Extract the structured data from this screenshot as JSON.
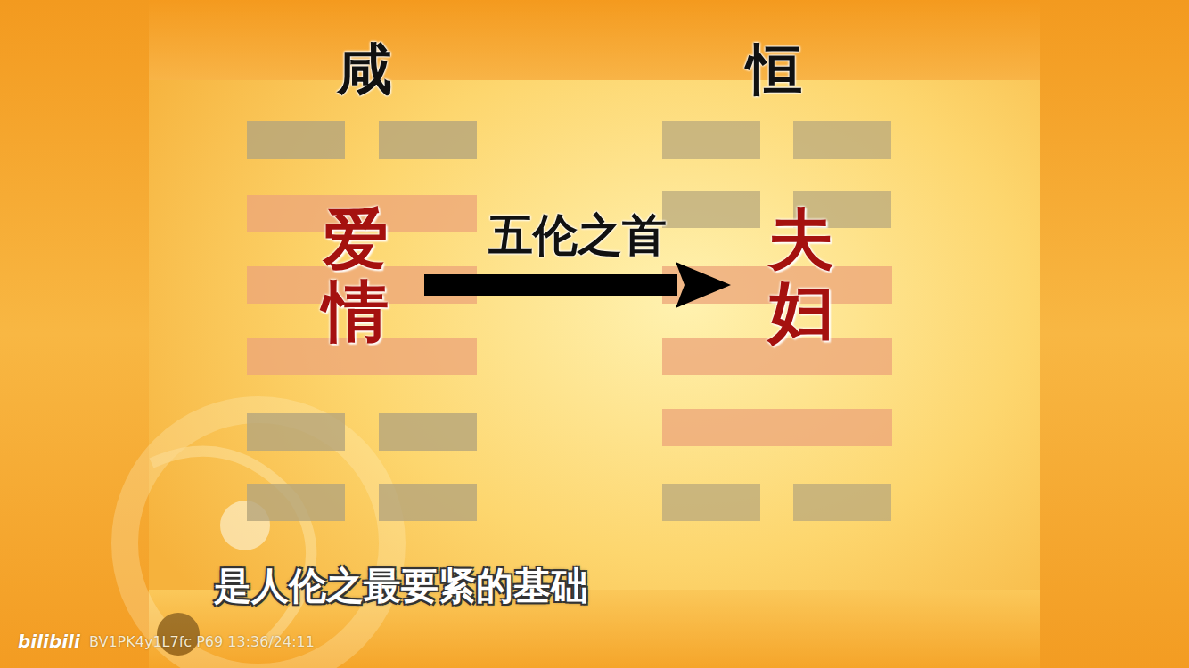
{
  "diagram": {
    "caption": "是人伦之最要紧的基础",
    "nodes": [
      {
        "text": [
          "爱情"
        ]
      },
      {
        "text": [
          "夫妇"
        ]
      }
    ],
    "edges": [
      {
        "from": 0,
        "to": 1,
        "arrow": "to",
        "label": "五伦之首"
      }
    ],
    "labels": [
      "咸",
      "恒",
      "bilibili",
      "BV1PK4y1L7fc P69 13:36/24:11"
    ]
  }
}
